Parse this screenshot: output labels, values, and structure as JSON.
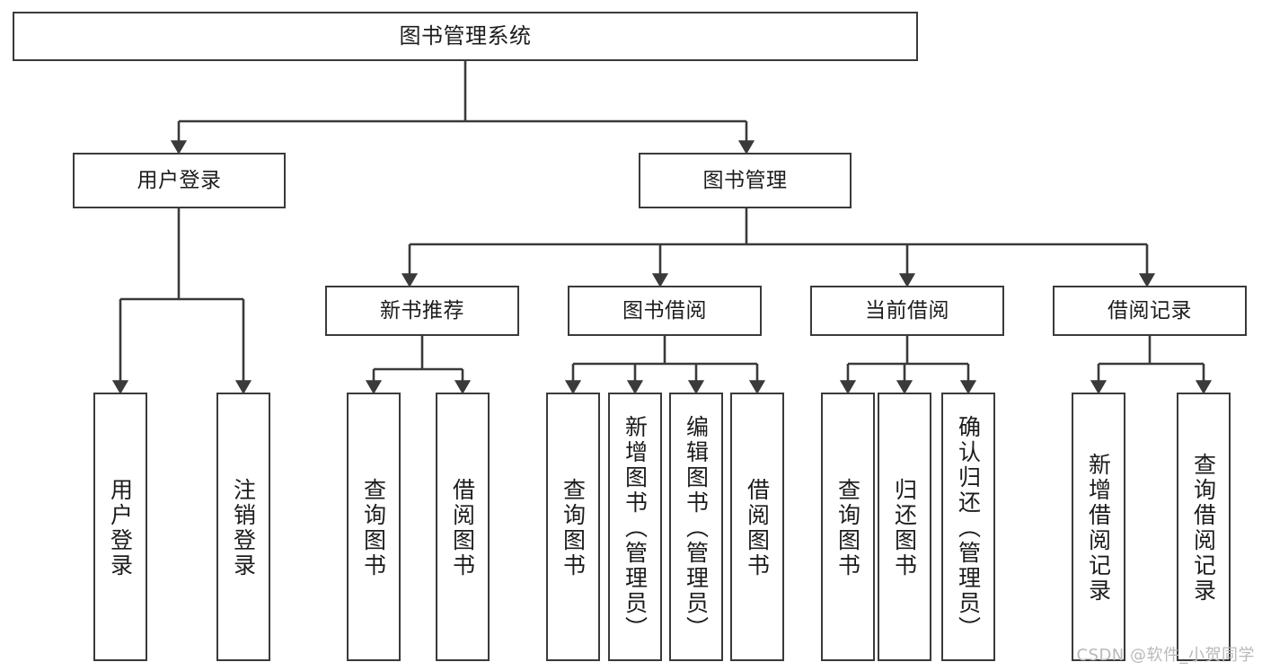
{
  "diagram": {
    "title": "图书管理系统",
    "type": "tree-hierarchy",
    "watermark": "CSDN @软件_小贺同学",
    "colors": {
      "box_border": "#3a3a3a",
      "box_fill": "#ffffff",
      "edge": "#3a3a3a",
      "text": "#1c1c1c",
      "watermark": "#b9b9b9",
      "background": "#ffffff"
    },
    "nodes": {
      "root": {
        "label": "图书管理系统"
      },
      "level2": [
        {
          "id": "user-login",
          "label": "用户登录"
        },
        {
          "id": "book-management",
          "label": "图书管理"
        }
      ],
      "level3": [
        {
          "id": "new-book-recommend",
          "label": "新书推荐"
        },
        {
          "id": "book-borrow",
          "label": "图书借阅"
        },
        {
          "id": "current-borrow",
          "label": "当前借阅"
        },
        {
          "id": "borrow-record",
          "label": "借阅记录"
        }
      ],
      "leaves": {
        "user-login": [
          {
            "id": "leaf-user-login",
            "label": "用户登录"
          },
          {
            "id": "leaf-user-logout",
            "label": "注销登录"
          }
        ],
        "new-book-recommend": [
          {
            "id": "leaf-query-book-1",
            "label": "查询图书"
          },
          {
            "id": "leaf-borrow-book-1",
            "label": "借阅图书"
          }
        ],
        "book-borrow": [
          {
            "id": "leaf-query-book-2",
            "label": "查询图书"
          },
          {
            "id": "leaf-add-book",
            "label": "新增图书（管理员）"
          },
          {
            "id": "leaf-edit-book",
            "label": "编辑图书（管理员）"
          },
          {
            "id": "leaf-borrow-book-2",
            "label": "借阅图书"
          }
        ],
        "current-borrow": [
          {
            "id": "leaf-query-book-3",
            "label": "查询图书"
          },
          {
            "id": "leaf-return-book",
            "label": "归还图书"
          },
          {
            "id": "leaf-confirm-return",
            "label": "确认归还（管理员）"
          }
        ],
        "borrow-record": [
          {
            "id": "leaf-add-record",
            "label": "新增借阅记录"
          },
          {
            "id": "leaf-query-record",
            "label": "查询借阅记录"
          }
        ]
      }
    },
    "edges": [
      {
        "from": "root",
        "to": "user-login"
      },
      {
        "from": "root",
        "to": "book-management"
      },
      {
        "from": "user-login",
        "to": "leaf-user-login"
      },
      {
        "from": "user-login",
        "to": "leaf-user-logout"
      },
      {
        "from": "book-management",
        "to": "new-book-recommend"
      },
      {
        "from": "book-management",
        "to": "book-borrow"
      },
      {
        "from": "book-management",
        "to": "current-borrow"
      },
      {
        "from": "book-management",
        "to": "borrow-record"
      },
      {
        "from": "new-book-recommend",
        "to": "leaf-query-book-1"
      },
      {
        "from": "new-book-recommend",
        "to": "leaf-borrow-book-1"
      },
      {
        "from": "book-borrow",
        "to": "leaf-query-book-2"
      },
      {
        "from": "book-borrow",
        "to": "leaf-add-book"
      },
      {
        "from": "book-borrow",
        "to": "leaf-edit-book"
      },
      {
        "from": "book-borrow",
        "to": "leaf-borrow-book-2"
      },
      {
        "from": "current-borrow",
        "to": "leaf-query-book-3"
      },
      {
        "from": "current-borrow",
        "to": "leaf-return-book"
      },
      {
        "from": "current-borrow",
        "to": "leaf-confirm-return"
      },
      {
        "from": "borrow-record",
        "to": "leaf-add-record"
      },
      {
        "from": "borrow-record",
        "to": "leaf-query-record"
      }
    ]
  }
}
